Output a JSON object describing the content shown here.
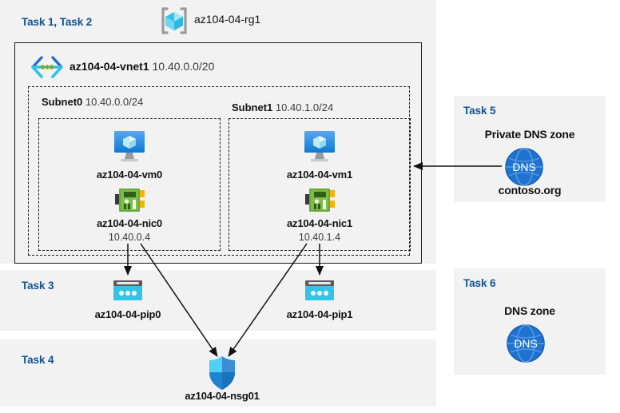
{
  "diagram": {
    "title_tasks_1_2": "Task 1, Task 2",
    "resource_group": {
      "name": "az104-04-rg1",
      "icon": "resource-group-cube-icon"
    },
    "vnet": {
      "name": "az104-04-vnet1",
      "cidr": "10.40.0.0/20",
      "icon": "virtual-network-icon"
    },
    "subnets": [
      {
        "name": "Subnet0",
        "cidr": "10.40.0.0/24"
      },
      {
        "name": "Subnet1",
        "cidr": "10.40.1.0/24"
      }
    ],
    "vms": [
      {
        "name": "az104-04-vm0",
        "icon": "virtual-machine-icon"
      },
      {
        "name": "az104-04-vm1",
        "icon": "virtual-machine-icon"
      }
    ],
    "nics": [
      {
        "name": "az104-04-nic0",
        "ip": "10.40.0.4",
        "icon": "network-interface-icon"
      },
      {
        "name": "az104-04-nic1",
        "ip": "10.40.1.4",
        "icon": "network-interface-icon"
      }
    ],
    "task3": {
      "label": "Task 3",
      "public_ips": [
        {
          "name": "az104-04-pip0",
          "icon": "public-ip-address-icon"
        },
        {
          "name": "az104-04-pip1",
          "icon": "public-ip-address-icon"
        }
      ]
    },
    "task4": {
      "label": "Task 4",
      "nsg": {
        "name": "az104-04-nsg01",
        "icon": "network-security-group-shield-icon"
      }
    },
    "task5": {
      "label": "Task 5",
      "heading": "Private DNS zone",
      "zone_name": "contoso.org",
      "icon": "dns-globe-icon",
      "icon_text": "DNS"
    },
    "task6": {
      "label": "Task 6",
      "heading": "DNS zone",
      "icon": "dns-globe-icon",
      "icon_text": "DNS"
    },
    "colors": {
      "panel_gray": "#f2f2f2",
      "task_label_blue": "#12538f",
      "azure_blue": "#0078d4",
      "dns_blue": "#1f72d0",
      "nic_green": "#6aa83a",
      "pip_cyan": "#32c3e8",
      "border_black": "#1b1b1b"
    }
  }
}
